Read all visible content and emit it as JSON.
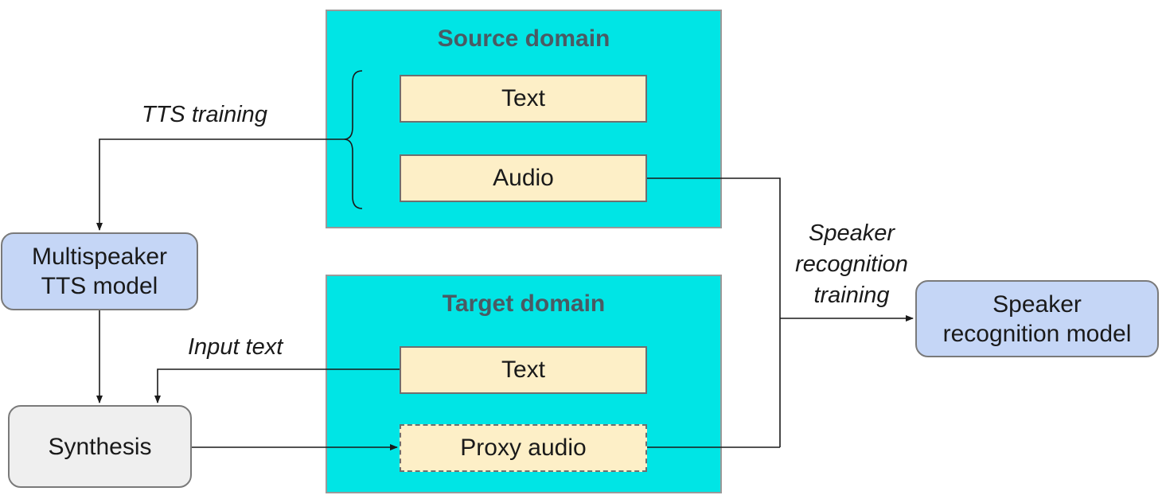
{
  "source_domain": {
    "title": "Source domain",
    "text": "Text",
    "audio": "Audio"
  },
  "target_domain": {
    "title": "Target domain",
    "text": "Text",
    "proxy_audio": "Proxy audio"
  },
  "nodes": {
    "multispeaker_line1": "Multispeaker",
    "multispeaker_line2": "TTS model",
    "synthesis": "Synthesis",
    "speaker_model_line1": "Speaker",
    "speaker_model_line2": "recognition model"
  },
  "edge_labels": {
    "tts_training": "TTS training",
    "input_text": "Input text",
    "speaker_training_line1": "Speaker",
    "speaker_training_line2": "recognition",
    "speaker_training_line3": "training"
  },
  "colors": {
    "domain_fill": "#00e5e5",
    "item_fill": "#fdefc7",
    "model_fill": "#c5d6f6",
    "synthesis_fill": "#efefef"
  }
}
